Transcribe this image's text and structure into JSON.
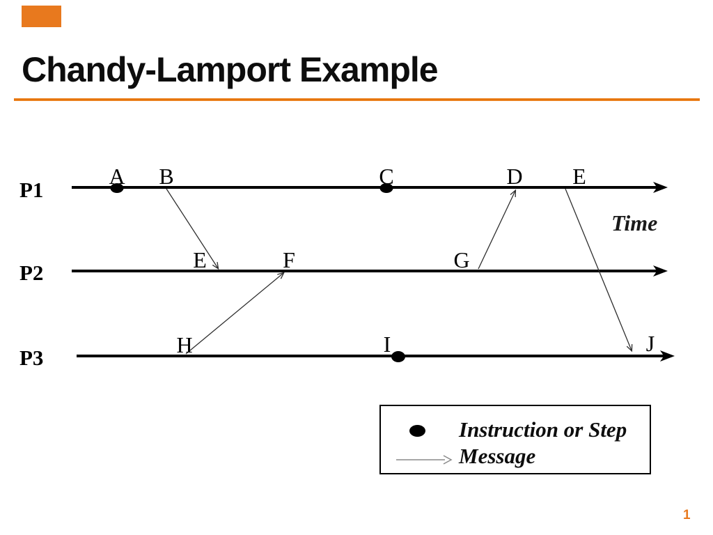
{
  "slide": {
    "title": "Chandy-Lamport Example",
    "page_number": "1",
    "accent_color": "#E8791E"
  },
  "diagram": {
    "time_label": "Time",
    "processes": [
      {
        "label": "P1",
        "events": [
          "A",
          "B",
          "C",
          "D",
          "E"
        ]
      },
      {
        "label": "P2",
        "events": [
          "E",
          "F",
          "G"
        ]
      },
      {
        "label": "P3",
        "events": [
          "H",
          "I",
          "J"
        ]
      }
    ],
    "instruction_dots": [
      "A on P1",
      "C on P1",
      "I on P3"
    ],
    "messages": [
      {
        "from": "B on P1",
        "to": "E on P2"
      },
      {
        "from": "H on P3",
        "to": "F on P2"
      },
      {
        "from": "G on P2",
        "to": "D on P1"
      },
      {
        "from": "E on P1",
        "to": "J on P3"
      }
    ]
  },
  "legend": {
    "dot_label": "Instruction or Step",
    "arrow_label": "Message"
  }
}
